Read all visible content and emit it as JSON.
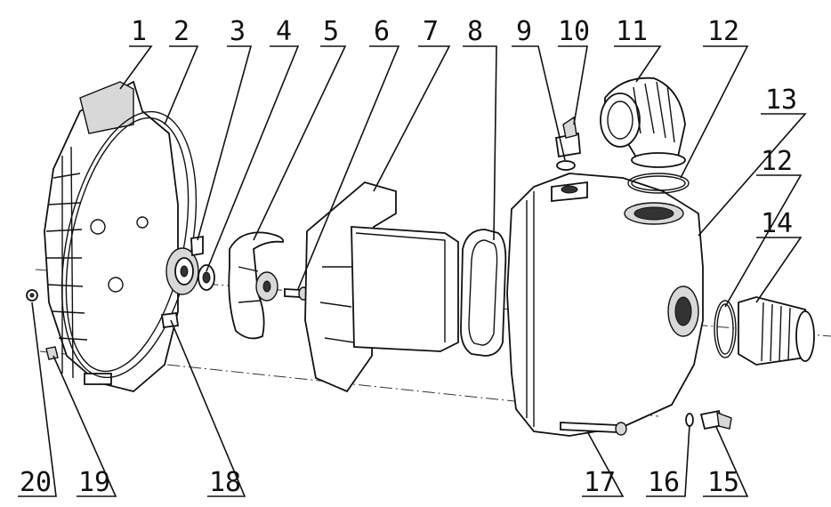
{
  "callouts": [
    {
      "number": "1"
    },
    {
      "number": "2"
    },
    {
      "number": "3"
    },
    {
      "number": "4"
    },
    {
      "number": "5"
    },
    {
      "number": "6"
    },
    {
      "number": "7"
    },
    {
      "number": "8"
    },
    {
      "number": "9"
    },
    {
      "number": "10"
    },
    {
      "number": "11"
    },
    {
      "number": "12"
    },
    {
      "number": "13"
    },
    {
      "number": "12"
    },
    {
      "number": "14"
    },
    {
      "number": "15"
    },
    {
      "number": "16"
    },
    {
      "number": "17"
    },
    {
      "number": "18"
    },
    {
      "number": "19"
    },
    {
      "number": "20"
    }
  ]
}
